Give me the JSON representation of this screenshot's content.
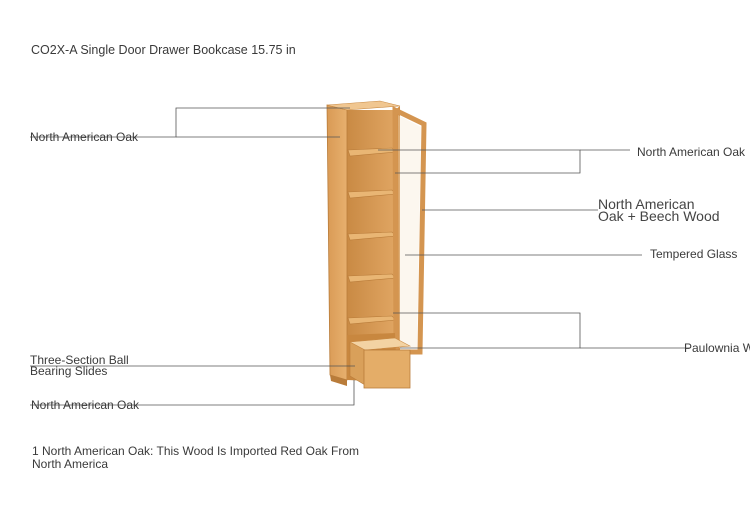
{
  "title": "CO2X-A Single Door Drawer Bookcase 15.75 in",
  "callouts": {
    "oak_left": "North American Oak",
    "oak_right": "North American Oak",
    "oak_beech_line1": "North American",
    "oak_beech_line2": "Oak + Beech Wood",
    "glass": "Tempered Glass",
    "paulownia": "Paulownia W",
    "slides_line1": "Three-Section Ball",
    "slides_line2": "Bearing Slides",
    "oak_bottom": "North American Oak"
  },
  "footnote_line1": "1 North American Oak: This Wood Is Imported Red Oak From",
  "footnote_line2": "North America",
  "colors": {
    "wood_light": "#e8b777",
    "wood_mid": "#d9a05a",
    "wood_dark": "#b97c3a",
    "leader_line": "#555555"
  }
}
